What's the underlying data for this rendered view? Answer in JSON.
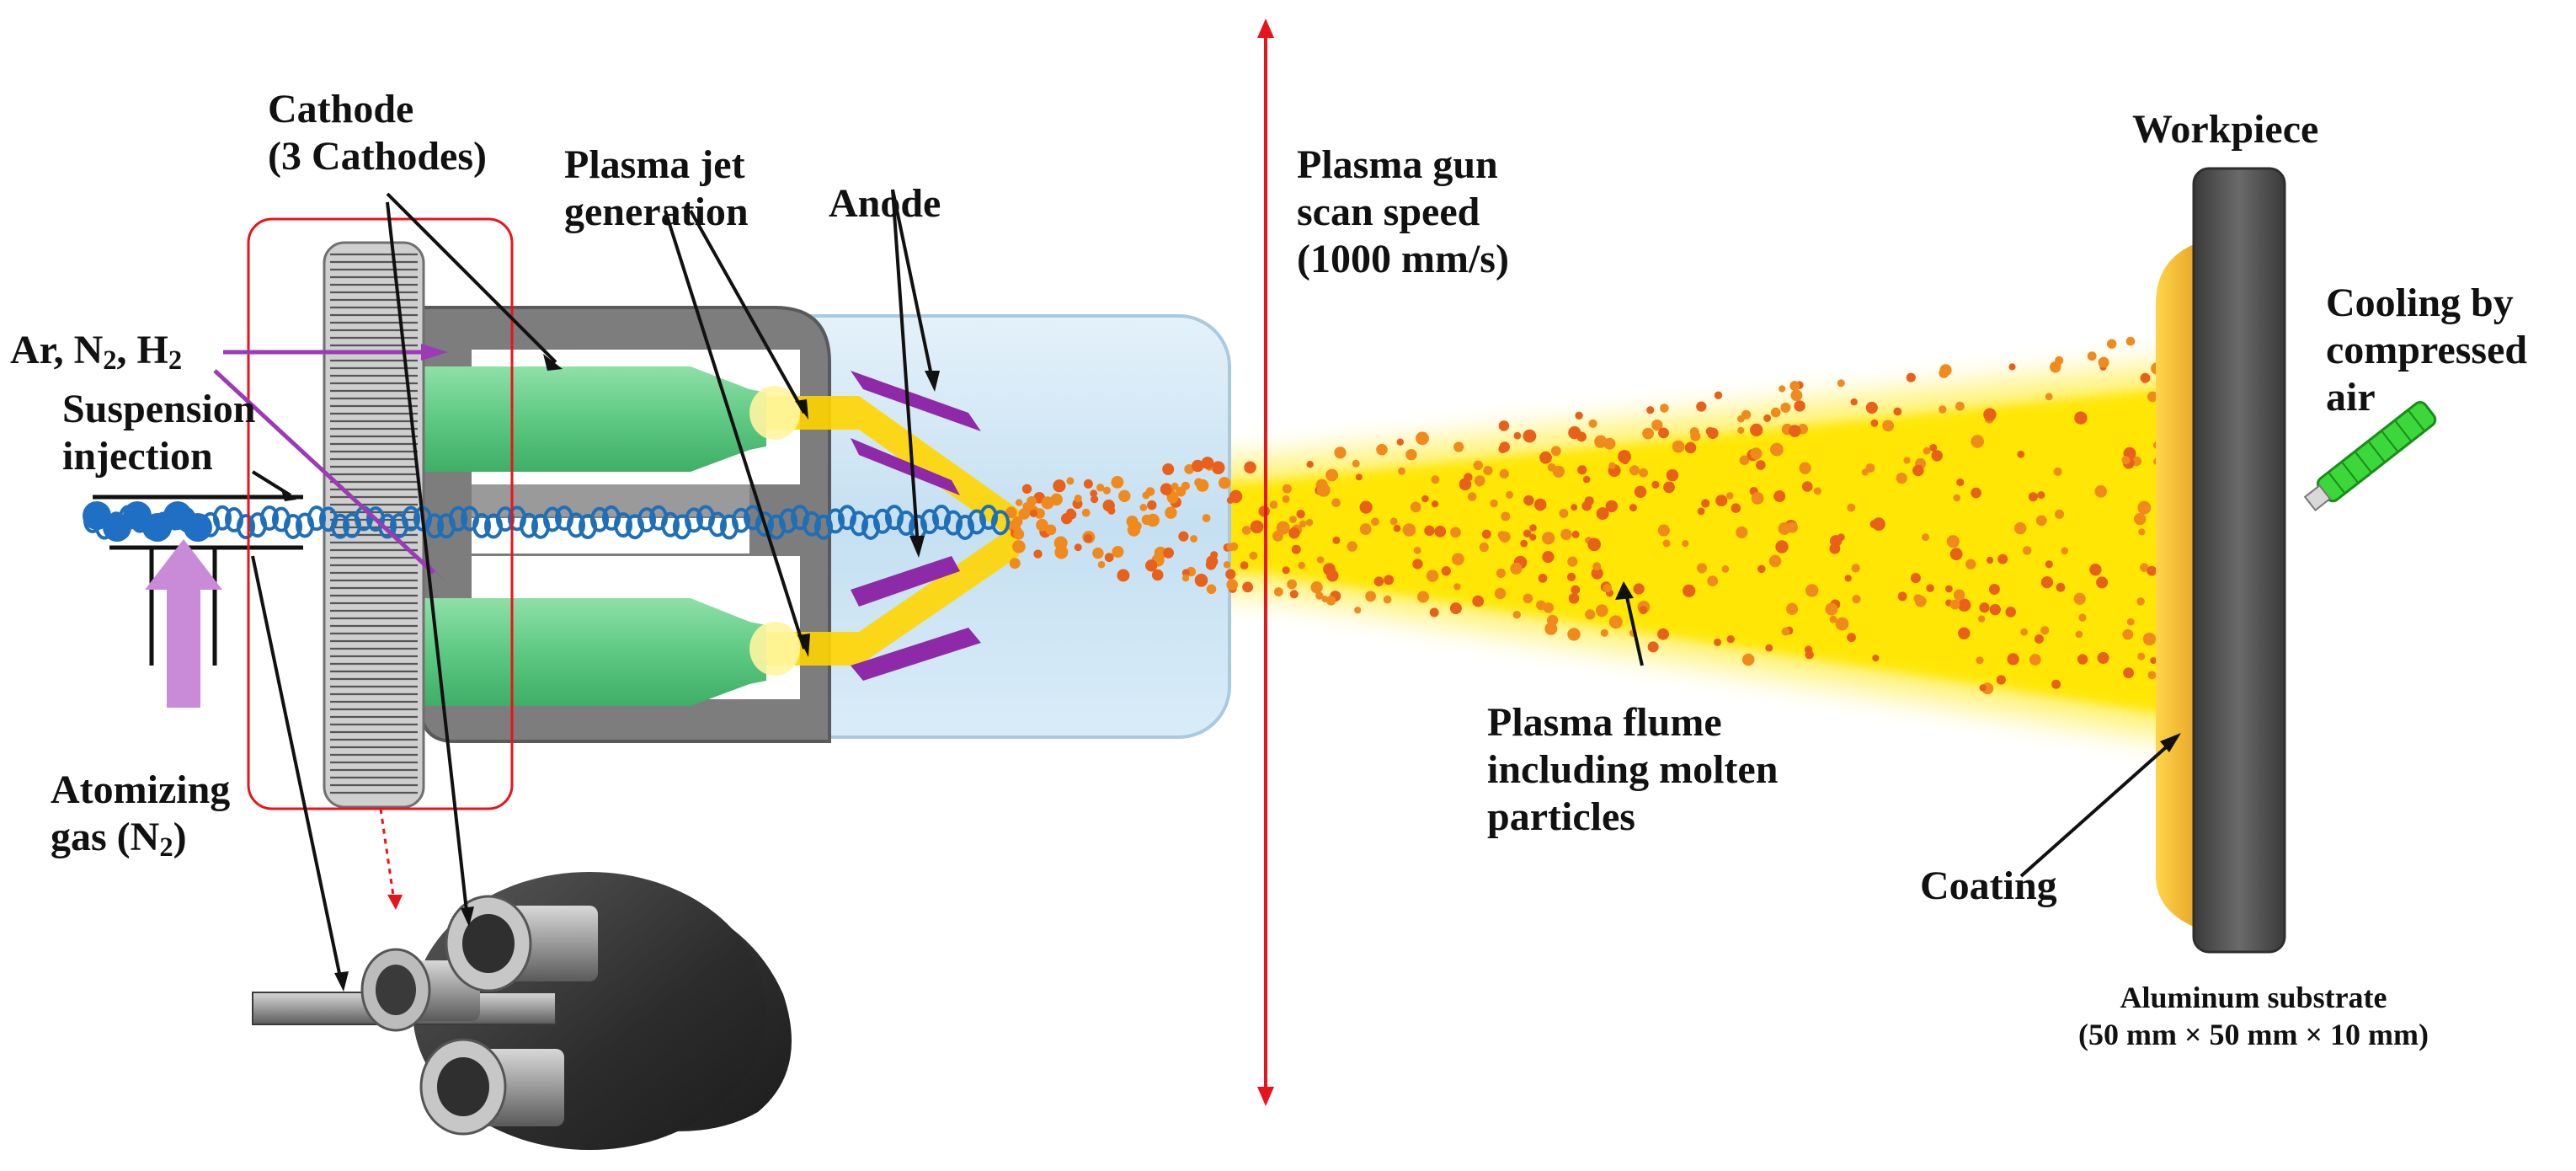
{
  "labels": {
    "cathode_line1": "Cathode",
    "cathode_line2": "(3 Cathodes)",
    "gas_pre": "Ar, N",
    "gas_sub1": "2",
    "gas_mid": ", H",
    "gas_sub2": "2",
    "suspension_line1": "Suspension",
    "suspension_line2": "injection",
    "atomizing_line1": "Atomizing",
    "atomizing_line2_pre": "gas (N",
    "atomizing_sub": "2",
    "atomizing_line2_post": ")",
    "plasma_jet_line1": "Plasma jet",
    "plasma_jet_line2": "generation",
    "anode": "Anode",
    "scan_line1": "Plasma gun",
    "scan_line2": "scan speed",
    "scan_line3": "(1000 mm/s)",
    "workpiece": "Workpiece",
    "cooling_line1": "Cooling by",
    "cooling_line2": "compressed",
    "cooling_line3": "air",
    "flume_line1": "Plasma flume",
    "flume_line2": "including molten",
    "flume_line3": "particles",
    "coating": "Coating",
    "substrate_line1": "Aluminum substrate",
    "substrate_line2": "(50 mm × 50 mm × 10 mm)"
  },
  "colors": {
    "arrow_red": "#e8141b",
    "arrow_purple": "#9b3bb5",
    "plasma_yellow": "#ffe100",
    "particle_orange": "#e8601a",
    "cathode_green": "#5fcf87",
    "housing_gray": "#7a7a7a",
    "liquid_blue": "#cfe6f5",
    "workpiece_gray": "#4a4a4a",
    "coating_yellow": "#f5c542",
    "nozzle_green": "#39d33a"
  }
}
